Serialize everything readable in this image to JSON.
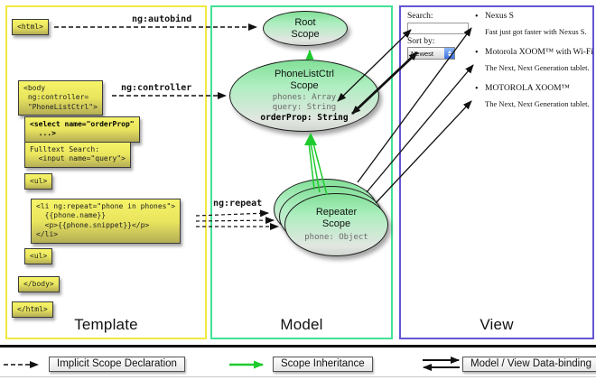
{
  "columns": {
    "template": {
      "label": "Template",
      "border_color": "#f0e942"
    },
    "model": {
      "label": "Model",
      "border_color": "#41e295"
    },
    "view": {
      "label": "View",
      "border_color": "#6355d4"
    }
  },
  "template": {
    "boxes": {
      "html_open": "<html>",
      "body_open": "<body\n ng:controller=\n \"PhoneListCtrl\">",
      "select": "<select name=\"orderProp\"\n  ...>",
      "fulltext": "Fulltext Search:\n  <input name=\"query\">",
      "ul_1": "<ul>",
      "li_repeat": "<li ng:repeat=\"phone in phones\">\n  {{phone.name}}\n  <p>{{phone.snippet}}</p>\n</li>",
      "ul_2": "<ul>",
      "body_close": "</body>",
      "html_close": "</html>"
    }
  },
  "labels": {
    "ng_autobind": "ng:autobind",
    "ng_controller": "ng:controller",
    "ng_repeat": "ng:repeat"
  },
  "model": {
    "root_scope": {
      "title": "Root\nScope"
    },
    "phonelist_scope": {
      "title": "PhoneListCtrl\nScope",
      "props": "phones: Array\nquery: String",
      "bold_prop": "orderProp: String"
    },
    "repeater_scope": {
      "title": "Repeater\nScope",
      "prop": "phone: Object"
    }
  },
  "view": {
    "search_label": "Search:",
    "search_value": "",
    "sort_label": "Sort by:",
    "sort_value": "Newest",
    "bullet": "•",
    "items": [
      {
        "name": "Nexus S",
        "desc": "Fast just got faster with Nexus S."
      },
      {
        "name": "Motorola XOOM™ with Wi-Fi",
        "desc": "The Next, Next Generation tablet."
      },
      {
        "name": "MOTOROLA XOOM™",
        "desc": "The Next, Next Generation tablet."
      }
    ]
  },
  "legend": {
    "implicit": "Implicit Scope Declaration",
    "inheritance": "Scope Inheritance",
    "binding": "Model / View Data-binding"
  },
  "colors": {
    "arrow_black": "#111111",
    "arrow_green": "#1ecb2e"
  }
}
